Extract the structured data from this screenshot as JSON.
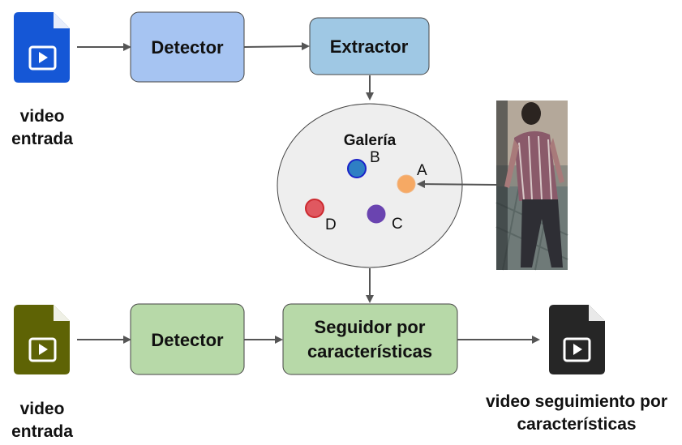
{
  "top_row": {
    "input_label_line1": "video",
    "input_label_line2": "entrada",
    "detector": "Detector",
    "extractor": "Extractor",
    "input_icon_color": "#1557d6"
  },
  "gallery": {
    "title": "Galería",
    "points": [
      {
        "label": "B",
        "color": "#2e7fc4"
      },
      {
        "label": "A",
        "color": "#f6a964"
      },
      {
        "label": "D",
        "color": "#e05860"
      },
      {
        "label": "C",
        "color": "#6a44b0"
      }
    ],
    "query_image": "person-photo"
  },
  "bottom_row": {
    "input_label_line1": "video",
    "input_label_line2": "entrada",
    "detector": "Detector",
    "tracker_line1": "Seguidor por",
    "tracker_line2": "características",
    "output_label_line1": "video seguimiento por",
    "output_label_line2": "características",
    "input_icon_color": "#5e6305",
    "output_icon_color": "#262626"
  },
  "colors": {
    "blue_box": "#a6c4f2",
    "light_blue_box": "#9fc8e4",
    "green_box": "#b7d9a8",
    "arrow": "#555555"
  }
}
